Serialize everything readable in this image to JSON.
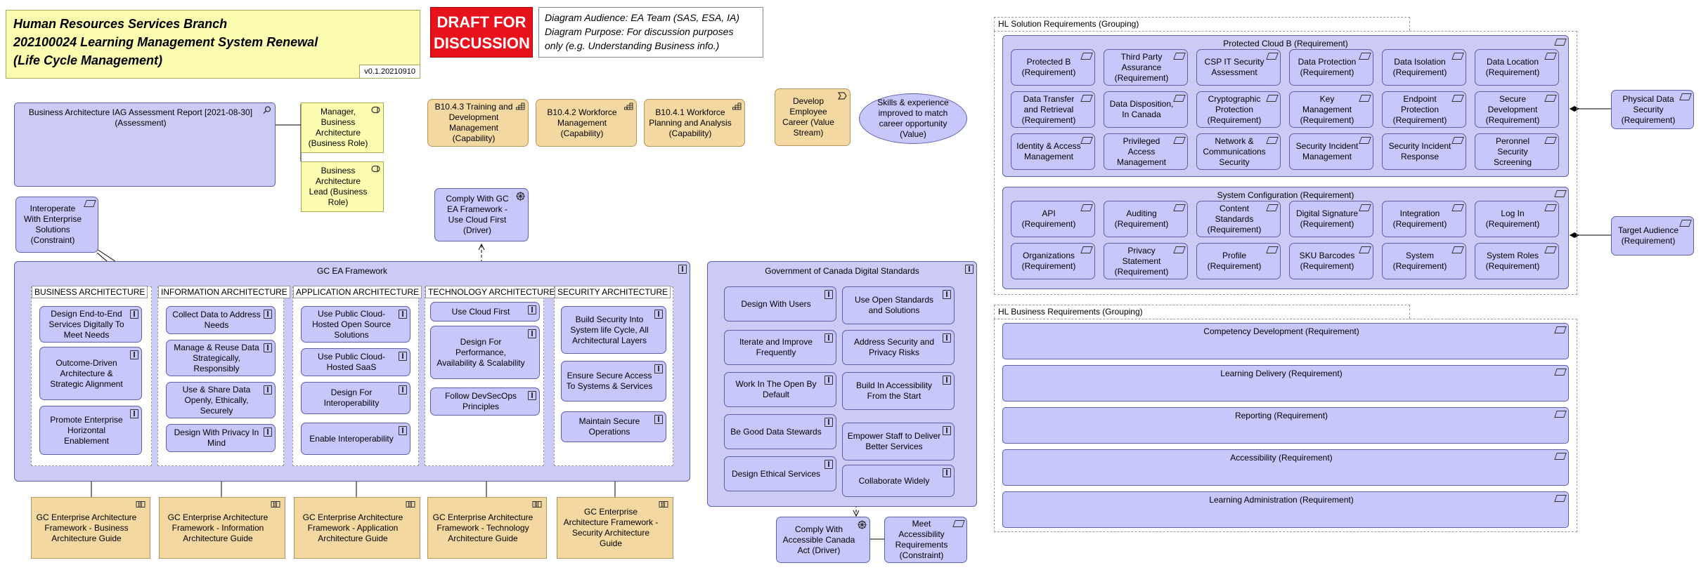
{
  "header": {
    "title_lines": [
      "Human Resources Services Branch",
      "202100024 Learning Management System Renewal",
      "(Life Cycle Management)"
    ],
    "version": "v0.1.20210910",
    "draft": "DRAFT FOR DISCUSSION",
    "audience_lines": [
      "Diagram Audience: EA Team (SAS, ESA, IA)",
      "Diagram Purpose: For discussion purposes",
      "only (e.g. Understanding Business info.)"
    ]
  },
  "left": {
    "assessment": "Business Architecture IAG Assessment Report [2021-08-30] (Assessment)",
    "roles": [
      "Manager, Business Architecture (Business Role)",
      "Business Architecture Lead (Business Role)"
    ],
    "capabilities": [
      "B10.4.3 Training and Development Management (Capability)",
      "B10.4.2 Workforce Management (Capability)",
      "B10.4.1 Workforce Planning and Analysis (Capability)"
    ],
    "value_stream": "Develop Employee Career (Value Stream)",
    "value": "Skills & experience improved to match career opportunity (Value)",
    "constraint": "Interoperate With Enterprise Solutions (Constraint)",
    "driver": "Comply With GC EA Framework - Use Cloud First (Driver)"
  },
  "framework": {
    "title": "GC EA Framework",
    "columns": [
      {
        "title": "BUSINESS ARCHITECTURE",
        "items": [
          "Design End-to-End Services Digitally To Meet Needs",
          "Outcome-Driven Architecture & Strategic Alignment",
          "Promote Enterprise Horizontal Enablement"
        ]
      },
      {
        "title": "INFORMATION ARCHITECTURE",
        "items": [
          "Collect Data to Address Needs",
          "Manage & Reuse Data Strategically, Responsibly",
          "Use & Share Data Openly, Ethically, Securely",
          "Design With Privacy In Mind"
        ]
      },
      {
        "title": "APPLICATION ARCHITECTURE",
        "items": [
          "Use Public Cloud-Hosted Open Source Solutions",
          "Use Public Cloud-Hosted SaaS",
          "Design For Interoperability",
          "Enable Interoperability"
        ]
      },
      {
        "title": "TECHNOLOGY ARCHITECTURE",
        "items": [
          "Use Cloud First",
          "Design For Performance, Availability & Scalability",
          "Follow DevSecOps Principles"
        ]
      },
      {
        "title": "SECURITY ARCHITECTURE",
        "items": [
          "Build Security Into System life Cycle, All Architectural Layers",
          "Ensure Secure Access To Systems & Services",
          "Maintain Secure Operations"
        ]
      }
    ],
    "guides": [
      "GC Enterprise Architecture Framework - Business Architecture Guide",
      "GC Enterprise Architecture Framework - Information Architecture Guide",
      "GC Enterprise Architecture Framework - Application Architecture Guide",
      "GC Enterprise Architecture Framework - Technology Architecture Guide",
      "GC Enterprise Architecture Framework - Security Architecture Guide"
    ]
  },
  "digital_standards": {
    "title": "Government of Canada Digital Standards",
    "left": [
      "Design With Users",
      "Iterate and Improve Frequently",
      "Work In The Open By Default",
      "Be Good Data Stewards",
      "Design Ethical Services"
    ],
    "right": [
      "Use Open Standards and Solutions",
      "Address Security and Privacy Risks",
      "Build In Accessibility From the Start",
      "Empower Staff to Deliver Better Services",
      "Collaborate Widely"
    ],
    "driver": "Comply With Accessible Canada Act (Driver)",
    "constraint": "Meet Accessibility Requirements (Constraint)"
  },
  "solution": {
    "group_label": "HL Solution Requirements (Grouping)",
    "cloud": {
      "title": "Protected Cloud B (Requirement)",
      "items": [
        "Protected B (Requirement)",
        "Third Party Assurance (Requirement)",
        "CSP IT Security Assessment",
        "Data Protection (Requirement)",
        "Data Isolation (Requirement)",
        "Data Location (Requirement)",
        "Data Transfer and Retrieval (Requirement)",
        "Data Disposition, In Canada",
        "Cryptographic Protection (Requirement)",
        "Key Management (Requirement)",
        "Endpoint Protection (Requirement)",
        "Secure Development (Requirement)",
        "Identity & Access Management",
        "Privileged Access Management",
        "Network & Communications Security",
        "Security Incident Management",
        "Security Incident Response",
        "Peronnel Security Screening"
      ]
    },
    "config": {
      "title": "System Configuration (Requirement)",
      "items": [
        "API (Requirement)",
        "Auditing (Requirement)",
        "Content Standards (Requirement)",
        "Digital Signature (Requirement)",
        "Integration (Requirement)",
        "Log In (Requirement)",
        "Organizations (Requirement)",
        "Privacy Statement (Requirement)",
        "Profile (Requirement)",
        "SKU Barcodes (Requirement)",
        "System (Requirement)",
        "System Roles (Requirement)"
      ]
    },
    "physical": "Physical Data Security (Requirement)",
    "target": "Target Audience (Requirement)"
  },
  "business": {
    "group_label": "HL Business Requirements (Grouping)",
    "items": [
      "Competency Development (Requirement)",
      "Learning Delivery (Requirement)",
      "Reporting (Requirement)",
      "Accessibility (Requirement)",
      "Learning Administration (Requirement)"
    ]
  }
}
